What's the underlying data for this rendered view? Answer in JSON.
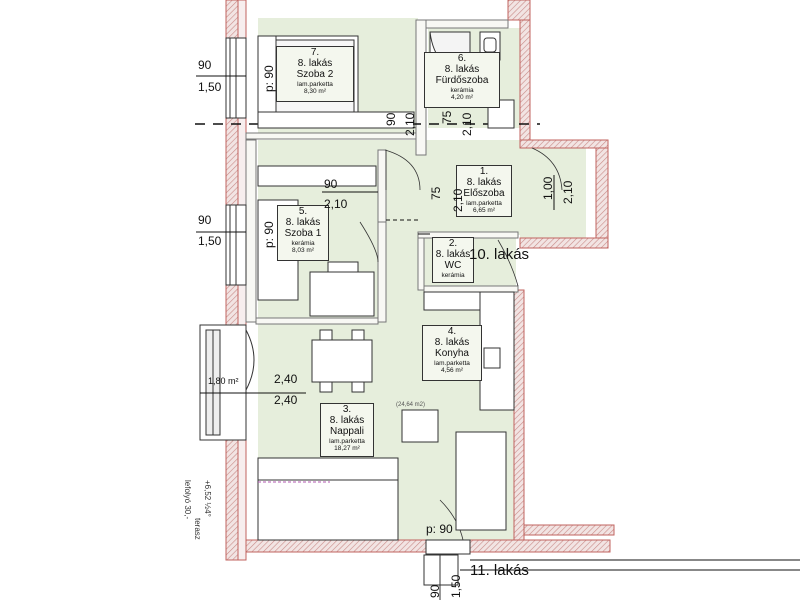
{
  "rooms": [
    {
      "num": "7.",
      "flat": "8. lakás",
      "name": "Szoba 2",
      "floor": "lam.parketta",
      "area": "8,30 m²"
    },
    {
      "num": "6.",
      "flat": "8. lakás",
      "name": "Fürdőszoba",
      "floor": "kerámia",
      "area": "4,20 m²"
    },
    {
      "num": "1.",
      "flat": "8. lakás",
      "name": "Előszoba",
      "floor": "lam.parketta",
      "area": "6,65 m²"
    },
    {
      "num": "5.",
      "flat": "8. lakás",
      "name": "Szoba 1",
      "floor": "kerámia",
      "area": "8,03 m²"
    },
    {
      "num": "2.",
      "flat": "8. lakás",
      "name": "WC",
      "floor": "kerámia",
      "area": ""
    },
    {
      "num": "4.",
      "flat": "8. lakás",
      "name": "Konyha",
      "floor": "lam.parketta",
      "area": "4,56 m²"
    },
    {
      "num": "3.",
      "flat": "8. lakás",
      "name": "Nappali",
      "floor": "lam.parketta",
      "area": "18,27 m²"
    }
  ],
  "dims": {
    "d90_a": "90",
    "d150_a": "1,50",
    "p90_a": "p: 90",
    "d90_b": "90",
    "d210_b": "2,10",
    "d75_b": "75",
    "d210_c": "2,10",
    "d90_c": "90",
    "d210_d": "2,10",
    "d75_d": "75",
    "d210_e": "2,10",
    "d100": "1,00",
    "d210_f": "2,10",
    "d90_e": "90",
    "d150_e": "1,50",
    "p90_e": "p: 90",
    "d180": "1,80 m²",
    "d240_a": "2,40",
    "d240_b": "2,40",
    "p90_bottom": "p: 90",
    "d90_bottom": "90",
    "d150_bottom": "1,50",
    "area_note": "(24,64 m2)"
  },
  "flats": {
    "f10": "10. lakás",
    "f11": "11. lakás"
  },
  "side_text": [
    "+6,52 ½4°",
    "terasz",
    "lefolyó 30,-"
  ],
  "colors": {
    "room_fill": "#e6eedc",
    "wall": "#c0635f",
    "wall_hatch": "#d9a3a0",
    "ink": "#222222"
  }
}
